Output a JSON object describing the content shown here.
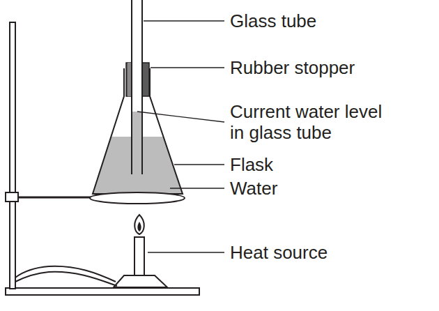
{
  "diagram": {
    "labels": [
      "Glass tube",
      "Rubber stopper",
      "Current water level in glass tube",
      "Flask",
      "Water",
      "Heat source"
    ]
  }
}
